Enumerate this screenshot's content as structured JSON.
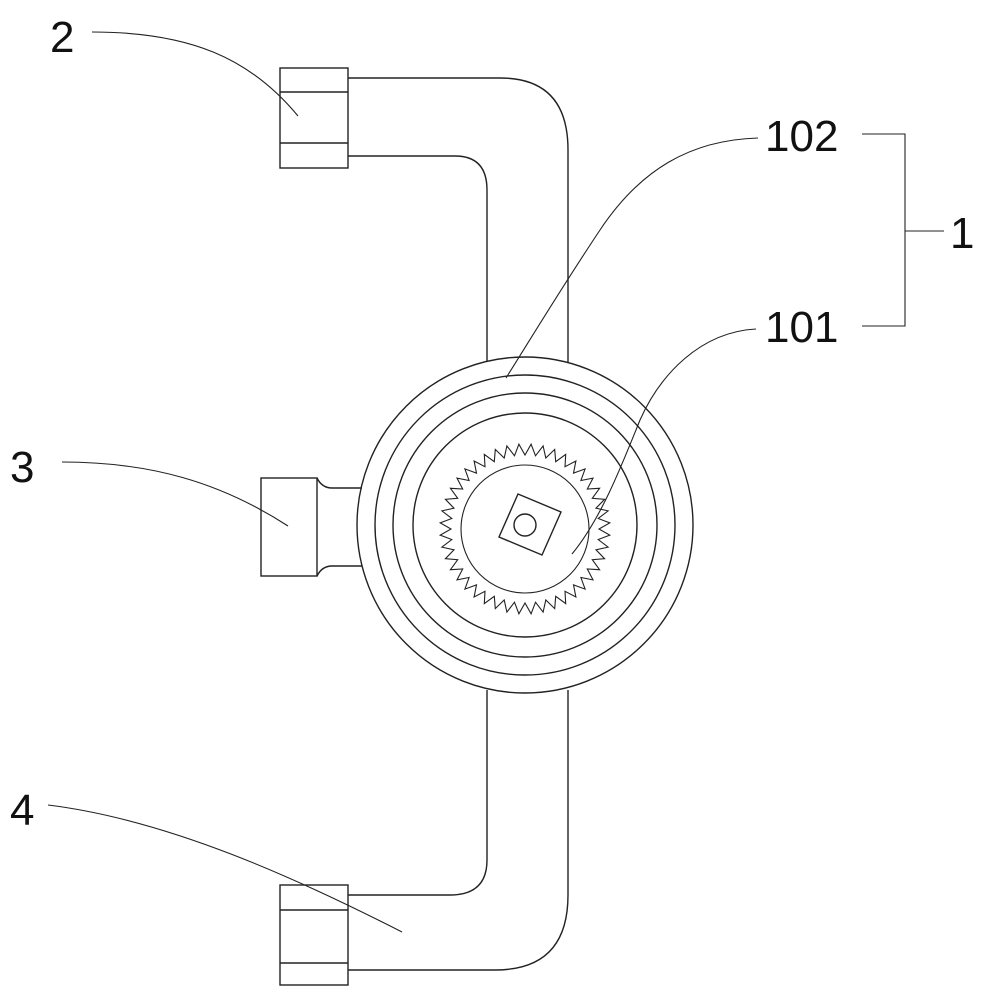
{
  "labels": {
    "part_2": "2",
    "part_3": "3",
    "part_4": "4",
    "part_1": "1",
    "part_101": "101",
    "part_102": "102"
  },
  "colors": {
    "line": "#222222",
    "background": "#ffffff"
  },
  "gear": {
    "teeth": 44
  }
}
